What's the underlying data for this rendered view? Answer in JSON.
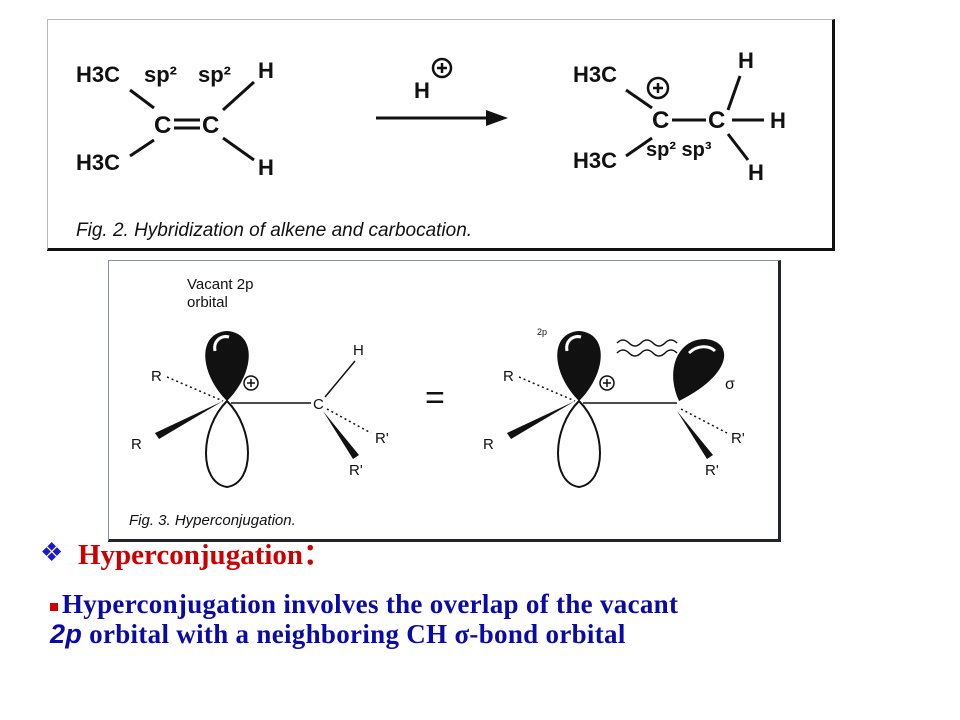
{
  "fig2": {
    "caption": "Fig. 2.   Hybridization of alkene and carbocation.",
    "left_h3c_top": "H3C",
    "left_h3c_bottom": "H3C",
    "left_sp2_a": "sp²",
    "left_sp2_b": "sp²",
    "left_c1": "C",
    "left_c2": "C",
    "left_h_top": "H",
    "left_h_bottom": "H",
    "reagent": "H",
    "right_h3c_top": "H3C",
    "right_h3c_bottom": "H3C",
    "right_c1": "C",
    "right_c2": "C",
    "right_h_top": "H",
    "right_h_right": "H",
    "right_h_bottom": "H",
    "right_hyb": "sp² sp³"
  },
  "fig3": {
    "caption": "Fig. 3.   Hyperconjugation.",
    "vacant_line1": "Vacant 2p",
    "vacant_line2": "orbital",
    "left_r": "R",
    "left_r_bottom": "R",
    "left_c": "C",
    "left_h": "H",
    "left_r1": "R'",
    "left_r2": "R'",
    "equals": "=",
    "right_2p": "2p",
    "right_r": "R",
    "right_r_bottom": "R",
    "right_sigma": "σ",
    "right_r1": "R'",
    "right_r2": "R'"
  },
  "heading": {
    "bullet_icon": "❖",
    "text": "Hyperconjugation："
  },
  "body": {
    "part1": "Hyperconjugation involves the overlap of the vacant",
    "italic": "2p",
    "part2": " orbital with a neighboring CH σ-bond orbital"
  },
  "colors": {
    "heading": "#cc0000",
    "diamond": "#1a1acc",
    "body_text": "#0a0aa8",
    "bullet": "#cc0000"
  }
}
